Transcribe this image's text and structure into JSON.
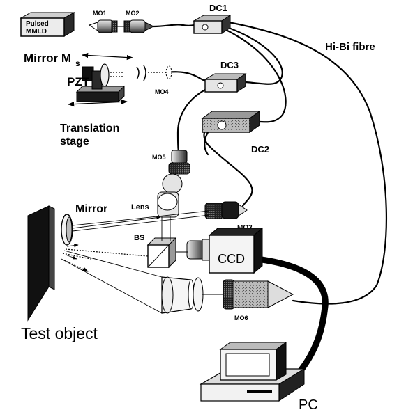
{
  "labels": {
    "source": [
      "Pulsed",
      "MMLD"
    ],
    "mo1": "MO1",
    "mo2": "MO2",
    "dc1": "DC1",
    "hibi": "Hi-Bi fibre",
    "mirror_ms": "Mirror M",
    "mirror_ms_sub": "s",
    "dc3": "DC3",
    "pzt": "PZT",
    "mo4": "MO4",
    "translation_stage": [
      "Translation",
      "stage"
    ],
    "dc2": "DC2",
    "mo5": "MO5",
    "mirror": "Mirror",
    "lens": "Lens",
    "mo3": "MO3",
    "bs": "BS",
    "ccd": "CCD",
    "test_object": "Test object",
    "mo6": "MO6",
    "pc": "PC"
  }
}
